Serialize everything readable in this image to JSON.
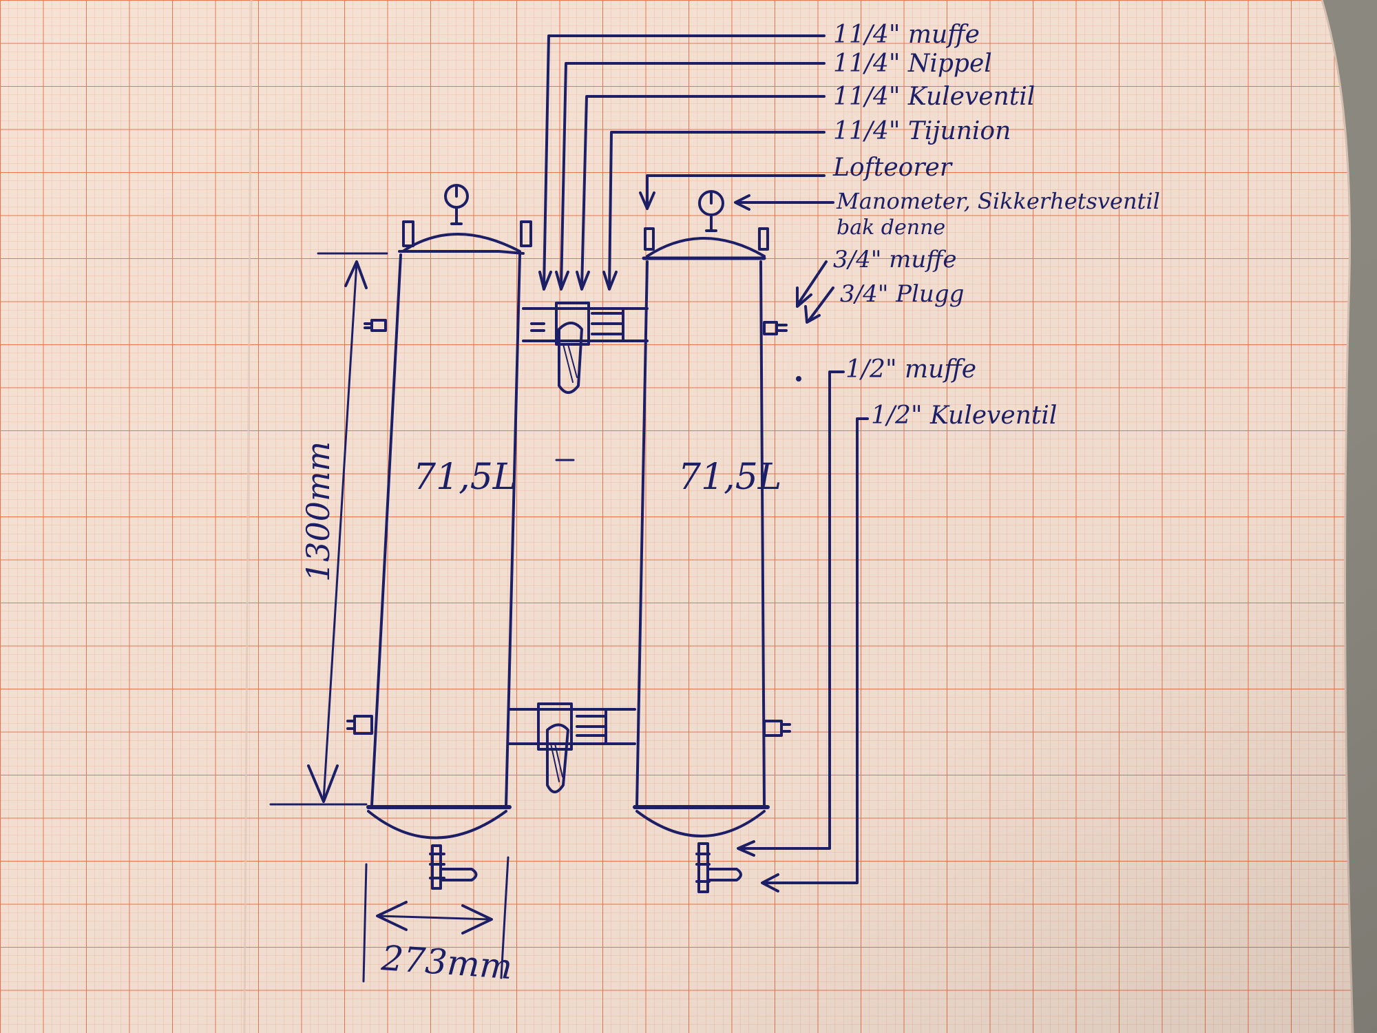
{
  "diagram": {
    "callouts": {
      "c1": "11/4\" muffe",
      "c2": "11/4\" Nippel",
      "c3": "11/4\" Kuleventil",
      "c4": "11/4\" Tijunion",
      "c5": "Lofteorer",
      "c6_line1": "Manometer, Sikkerhetsventil",
      "c6_line2": "bak denne",
      "c7": "3/4\" muffe",
      "c8": "3/4\" Plugg",
      "c9": "1/2\" muffe",
      "c10": "1/2\" Kuleventil"
    },
    "tank_left_volume": "71,5L",
    "tank_right_volume": "71,5L",
    "dimension_height": "1300mm",
    "dimension_width": "273mm"
  },
  "colors": {
    "paper": "#f6e2d4",
    "grid_major": "#e9774f",
    "grid_minor": "#f0b79c",
    "ink": "#1c1f66"
  }
}
